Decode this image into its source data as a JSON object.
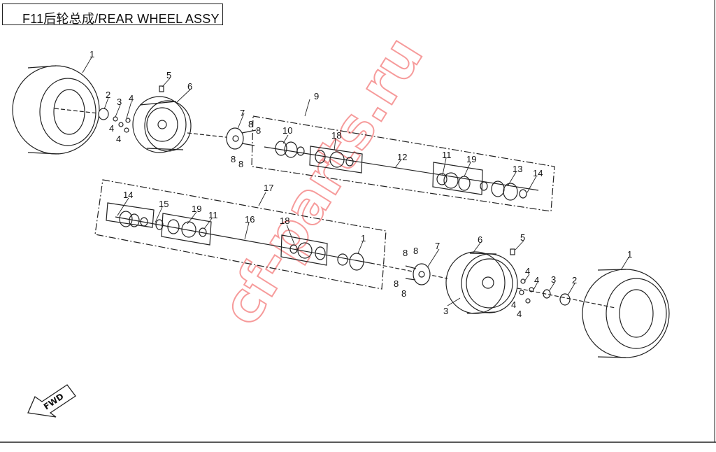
{
  "title": "F11后轮总成/REAR WHEEL ASSY",
  "watermark": "cf-parts.ru",
  "direction_label": "FWD",
  "part_labels": {
    "p1a": "1",
    "p2a": "2",
    "p3a": "3",
    "p4a": "4",
    "p4b": "4",
    "p4c": "4",
    "p5a": "5",
    "p6a": "6",
    "p7a": "7",
    "p8a": "8",
    "p8b": "8",
    "p8c": "8",
    "p8d": "8",
    "p9": "9",
    "p10": "10",
    "p18a": "18",
    "p12": "12",
    "p11a": "11",
    "p19a": "19",
    "p13": "13",
    "p14a": "14",
    "p17": "17",
    "p14b": "14",
    "p15": "15",
    "p19b": "19",
    "p11b": "11",
    "p16": "16",
    "p18b": "18",
    "p1b": "1",
    "p8e": "8",
    "p8f": "8",
    "p8g": "8",
    "p8h": "8",
    "p7b": "7",
    "p6b": "6",
    "p5b": "5",
    "p3b": "3",
    "p1c": "1",
    "p2b": "2",
    "p3c": "3",
    "p4d": "4",
    "p4e": "4",
    "p4f": "4",
    "p4g": "4"
  }
}
